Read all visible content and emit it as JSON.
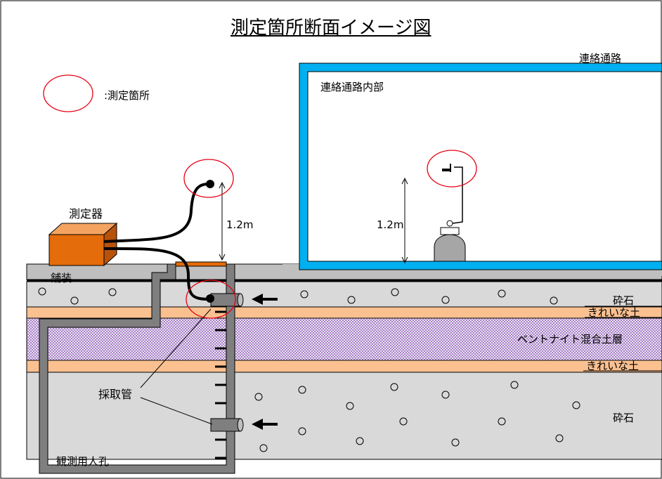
{
  "title": "測定箇所断面イメージ図",
  "legend": {
    "label": ":測定箇所"
  },
  "labels": {
    "passage": "連絡通路",
    "passage_inside": "連絡通路内部",
    "instrument": "測定器",
    "pavement": "舗装",
    "height_left": "1.2m",
    "height_right": "1.2m",
    "sampling_pipe": "採取管",
    "manhole": "観測用人孔"
  },
  "layers": [
    {
      "name": "砕石"
    },
    {
      "name": "きれいな土"
    },
    {
      "name": "ベントナイト混合土層"
    },
    {
      "name": "きれいな土"
    },
    {
      "name": "砕石"
    }
  ],
  "colors": {
    "passage_wall": "#00B0F0",
    "instrument_box": "#E46C0A",
    "clean_soil": "#FAC090",
    "bentonite": "#B18FC8",
    "gravel": "#D9D9D9",
    "pavement": "#BFBFBF",
    "manhole_wall": "#7F7F7F",
    "marker": "#E60012"
  }
}
